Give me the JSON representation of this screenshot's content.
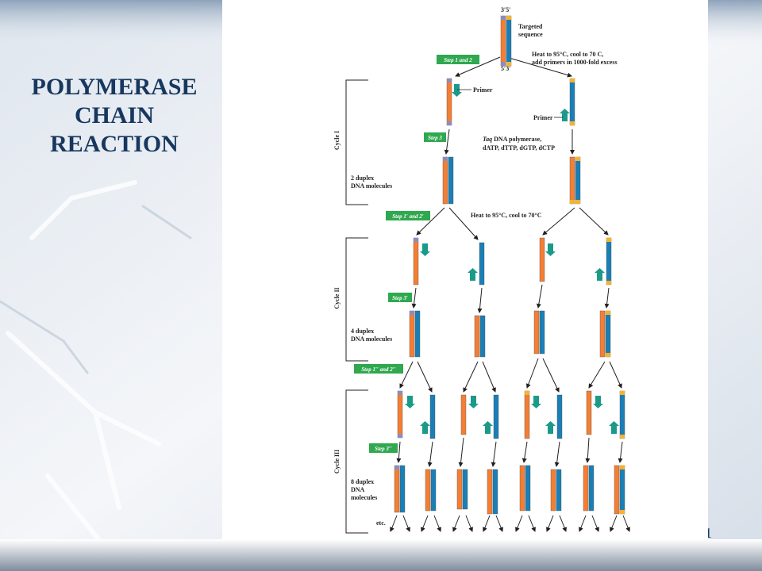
{
  "slide": {
    "title_lines": [
      "POLYMERASE",
      "CHAIN",
      "REACTION"
    ],
    "page_number": "1"
  },
  "colors": {
    "title_text": "#17375e",
    "strand_orange": "#f47e33",
    "strand_blue": "#1a7fb6",
    "primer_purple": "#8f8bbd",
    "primer_yellow": "#f7b22b",
    "primer_arrow_teal": "#1b9a8a",
    "step_label_green": "#2fa84f"
  },
  "figure": {
    "top_labels": {
      "end_labels_top": "3′5′",
      "end_labels_bottom": "5′3′",
      "targeted_sequence_line1": "Targeted",
      "targeted_sequence_line2": "sequence",
      "heat_line1": "Heat to 95°C, cool to 70   C,",
      "heat_line2": "add primers in 1000-fold excess"
    },
    "steps": {
      "step_1_2": "Step 1 and 2",
      "step_3": "Step 3",
      "step_1p_2p": "Step 1′ and 2′",
      "step_3p": "Step 3′",
      "step_1pp_2pp": "Step 1′′ and 2′′",
      "step_3pp": "Step 3′′"
    },
    "cycles": {
      "cycle_1": "Cycle I",
      "cycle_2": "Cycle II",
      "cycle_3": "Cycle III"
    },
    "annotations": {
      "primer_left": "Primer",
      "primer_right": "Primer",
      "taq_word": "Taq",
      "taq_line1_rest": " DNA polymerase,",
      "taq_line2": "dATP, dTTP, dGTP, dCTP",
      "heat_cool_2": "Heat to 95°C, cool to 70°C",
      "duplex_2_line1": "2 duplex",
      "duplex_2_line2": "DNA molecules",
      "duplex_4_line1": "4 duplex",
      "duplex_4_line2": "DNA molecules",
      "duplex_8_line1": "8 duplex",
      "duplex_8_line2": "DNA",
      "duplex_8_line3": "molecules",
      "etc": "etc."
    }
  }
}
